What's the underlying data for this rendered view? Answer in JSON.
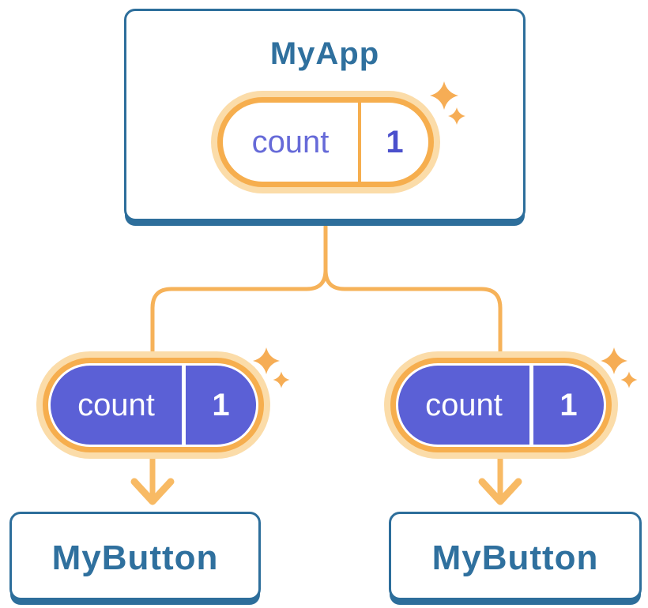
{
  "diagram": {
    "description": "React component tree diagram showing state passed down as props",
    "tree": {
      "root": {
        "name": "MyApp",
        "state_pill": {
          "label": "count",
          "value": "1"
        }
      },
      "children": [
        {
          "name": "MyButton",
          "prop_pill": {
            "label": "count",
            "value": "1"
          }
        },
        {
          "name": "MyButton",
          "prop_pill": {
            "label": "count",
            "value": "1"
          }
        }
      ]
    },
    "colors": {
      "background": "#FFFFFF",
      "card_border_blue": "#2D6E9B",
      "card_title_blue": "#2F709E",
      "connector_orange": "#F6B259",
      "arrow_orange": "#F8BA64",
      "pill_ring_orange": "#F6AE4E",
      "pill_ring_light_orange": "#FBDCA9",
      "sparkle_orange": "#F6AD55",
      "state_label_purple": "#666AD8",
      "state_value_purple": "#4B50CC",
      "prop_pill_purple": "#5B60D6",
      "prop_pill_text": "#FFFFFF"
    }
  }
}
